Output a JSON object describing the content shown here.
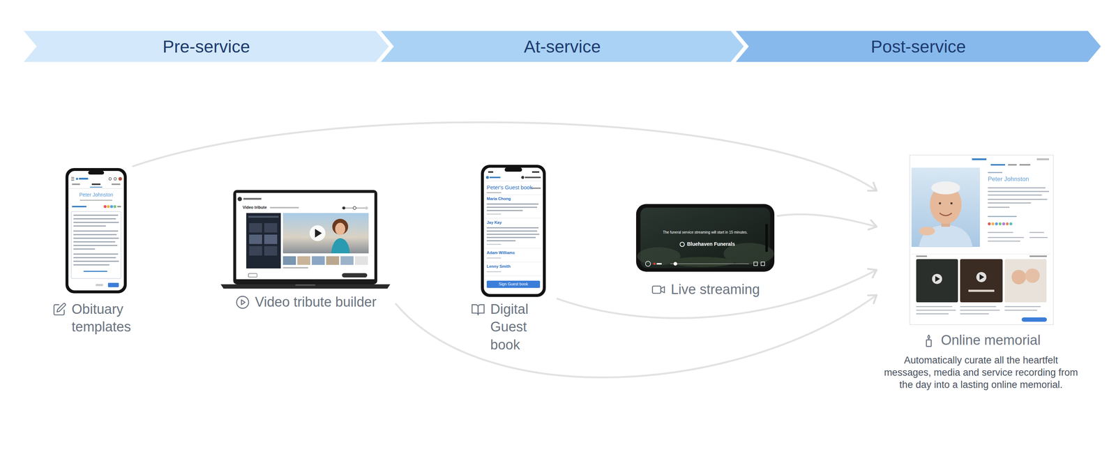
{
  "diagram": {
    "nodes": [
      {
        "text": [
          "Pre-service"
        ]
      },
      {
        "text": [
          "At-service"
        ]
      },
      {
        "text": [
          "Post-service"
        ]
      },
      {
        "text": [
          "Obituary templates"
        ]
      },
      {
        "text": [
          "Video tribute builder"
        ]
      },
      {
        "text": [
          "Digital Guest book"
        ]
      },
      {
        "text": [
          "Live streaming"
        ]
      },
      {
        "text": [
          "Online memorial",
          "Automatically curate all the heartfelt messages, media and service recording from the day into a lasting online memorial."
        ]
      }
    ],
    "edges": [
      {
        "from": 3,
        "to": 7,
        "arrow": "to"
      },
      {
        "from": 4,
        "to": 7,
        "arrow": "to"
      },
      {
        "from": 5,
        "to": 7,
        "arrow": "to"
      },
      {
        "from": 6,
        "to": 7,
        "arrow": "to"
      }
    ],
    "labels": [
      "Peter Johnston",
      "Video tribute",
      "Peter's Guest book",
      "Maria Chong",
      "Jay Kay",
      "Adam Williams",
      "Lenny Smith",
      "Sign Guest book",
      "The funeral service streaming will start in 15 minutes.",
      "Bluehaven Funerals",
      "Peter Johnston"
    ]
  }
}
